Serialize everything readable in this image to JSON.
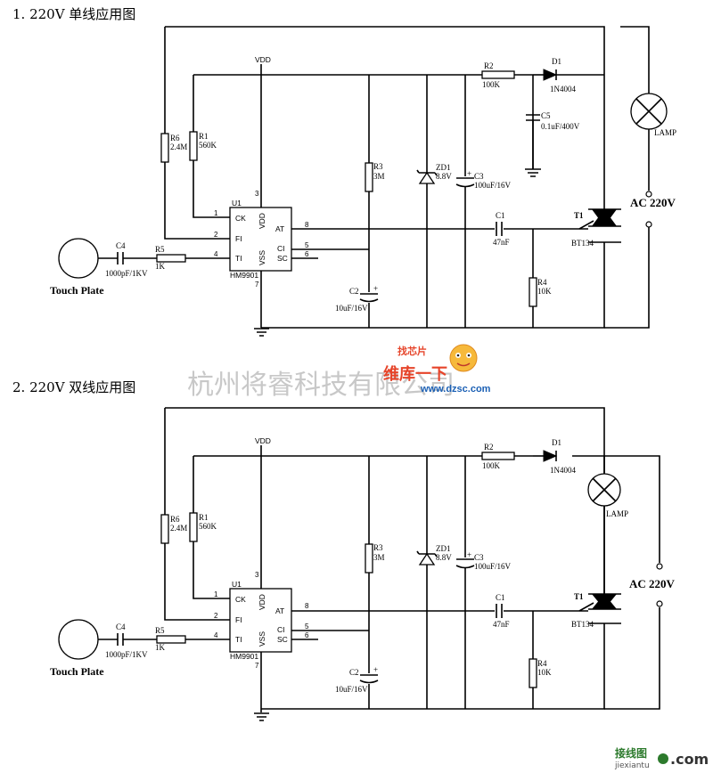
{
  "heading1": "1.   220V 单线应用图",
  "heading2": "2.   220V 双线应用图",
  "watermark_text": "杭州将睿科技有限公司",
  "logo_top": "找芯片",
  "logo_main": "维库一下",
  "logo_url": "www.dzsc.com",
  "footer_logo": "接线图",
  "footer_url": "jiexiantu",
  "footer_com": ".com",
  "labels": {
    "vdd": "VDD",
    "r1": "R1",
    "r1v": "560K",
    "r2": "R2",
    "r2v": "100K",
    "r3": "R3",
    "r3v": "3M",
    "r4": "R4",
    "r4v": "10K",
    "r5": "R5",
    "r5v": "1K",
    "r6": "R6",
    "r6v": "2.4M",
    "c1": "C1",
    "c1v": "47nF",
    "c2": "C2",
    "c2v": "10uF/16V",
    "c3": "C3",
    "c3v": "100uF/16V",
    "c4": "C4",
    "c4v": "1000pF/1KV",
    "c5": "C5",
    "c5v": "0.1uF/400V",
    "d1": "D1",
    "d1v": "1N4004",
    "zd1": "ZD1",
    "zd1v": "8.8V",
    "t1": "T1",
    "t1v": "BT134",
    "lamp": "LAMP",
    "ac": "AC 220V",
    "touch": "Touch Plate",
    "u1": "U1",
    "chip": "HM9901",
    "ck": "CK",
    "fi": "FI",
    "ti": "TI",
    "vddpin": "VDD",
    "vss": "VSS",
    "at": "AT",
    "ci": "CI",
    "sc": "SC",
    "p1": "1",
    "p2": "2",
    "p3": "3",
    "p4": "4",
    "p5": "5",
    "p6": "6",
    "p7": "7",
    "p8": "8"
  }
}
